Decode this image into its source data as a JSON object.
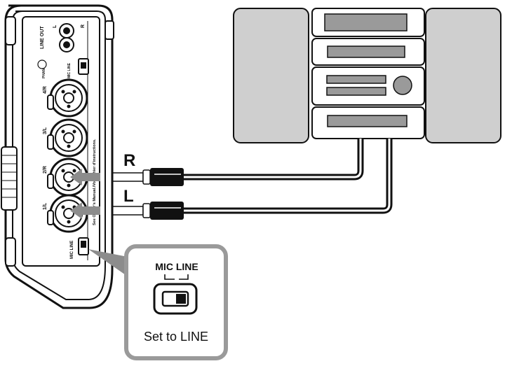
{
  "device_panel": {
    "line_out_label": "LINE OUT",
    "line_out_l": "L",
    "line_out_r": "R",
    "phantom_label": "PHANTOM",
    "switch_top_label": "MIC LINE",
    "switch_bottom_label": "MIC LINE",
    "inputs": [
      {
        "label": "4/R"
      },
      {
        "label": "3/L"
      },
      {
        "label": "2/R"
      },
      {
        "label": "1/L"
      }
    ],
    "manual_note": "See Owner's Manual./Voir cahier d'instructions."
  },
  "cables": [
    {
      "label": "R"
    },
    {
      "label": "L"
    }
  ],
  "callout": {
    "title": "MIC LINE",
    "caption": "Set to LINE"
  },
  "colors": {
    "stereo_body": "#cfcfcf",
    "stereo_display": "#9a9a9a",
    "arrow": "#8c8c8c",
    "callout_border": "#9a9a9a",
    "outline": "#111111"
  }
}
